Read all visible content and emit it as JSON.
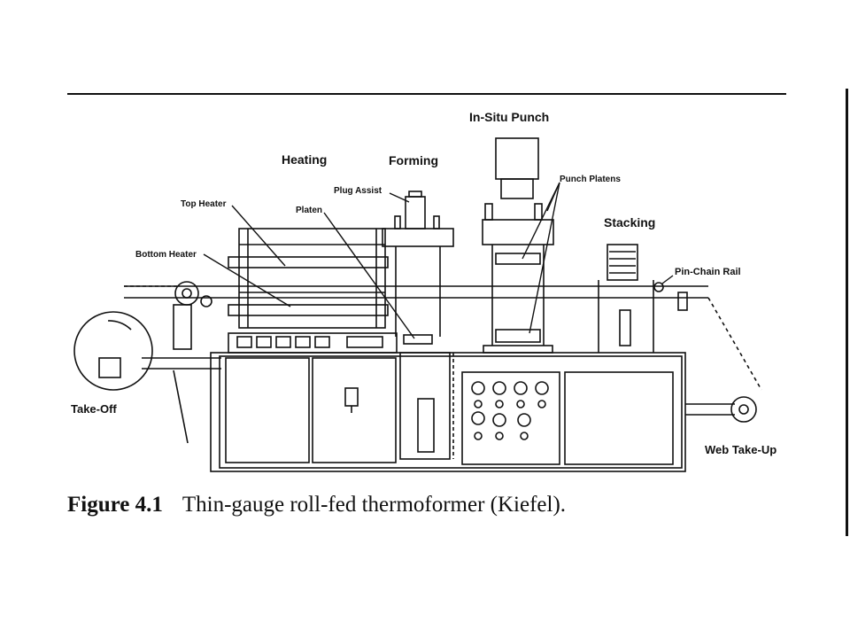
{
  "figure": {
    "number": "Figure 4.1",
    "caption": "Thin-gauge roll-fed thermoformer (Kiefel)."
  },
  "labels": {
    "in_situ_punch": "In-Situ Punch",
    "heating": "Heating",
    "forming": "Forming",
    "punch_platens": "Punch Platens",
    "plug_assist": "Plug Assist",
    "top_heater": "Top Heater",
    "platen": "Platen",
    "stacking": "Stacking",
    "bottom_heater": "Bottom Heater",
    "pin_chain_rail": "Pin-Chain Rail",
    "take_off": "Take-Off",
    "web_take_up": "Web Take-Up"
  }
}
